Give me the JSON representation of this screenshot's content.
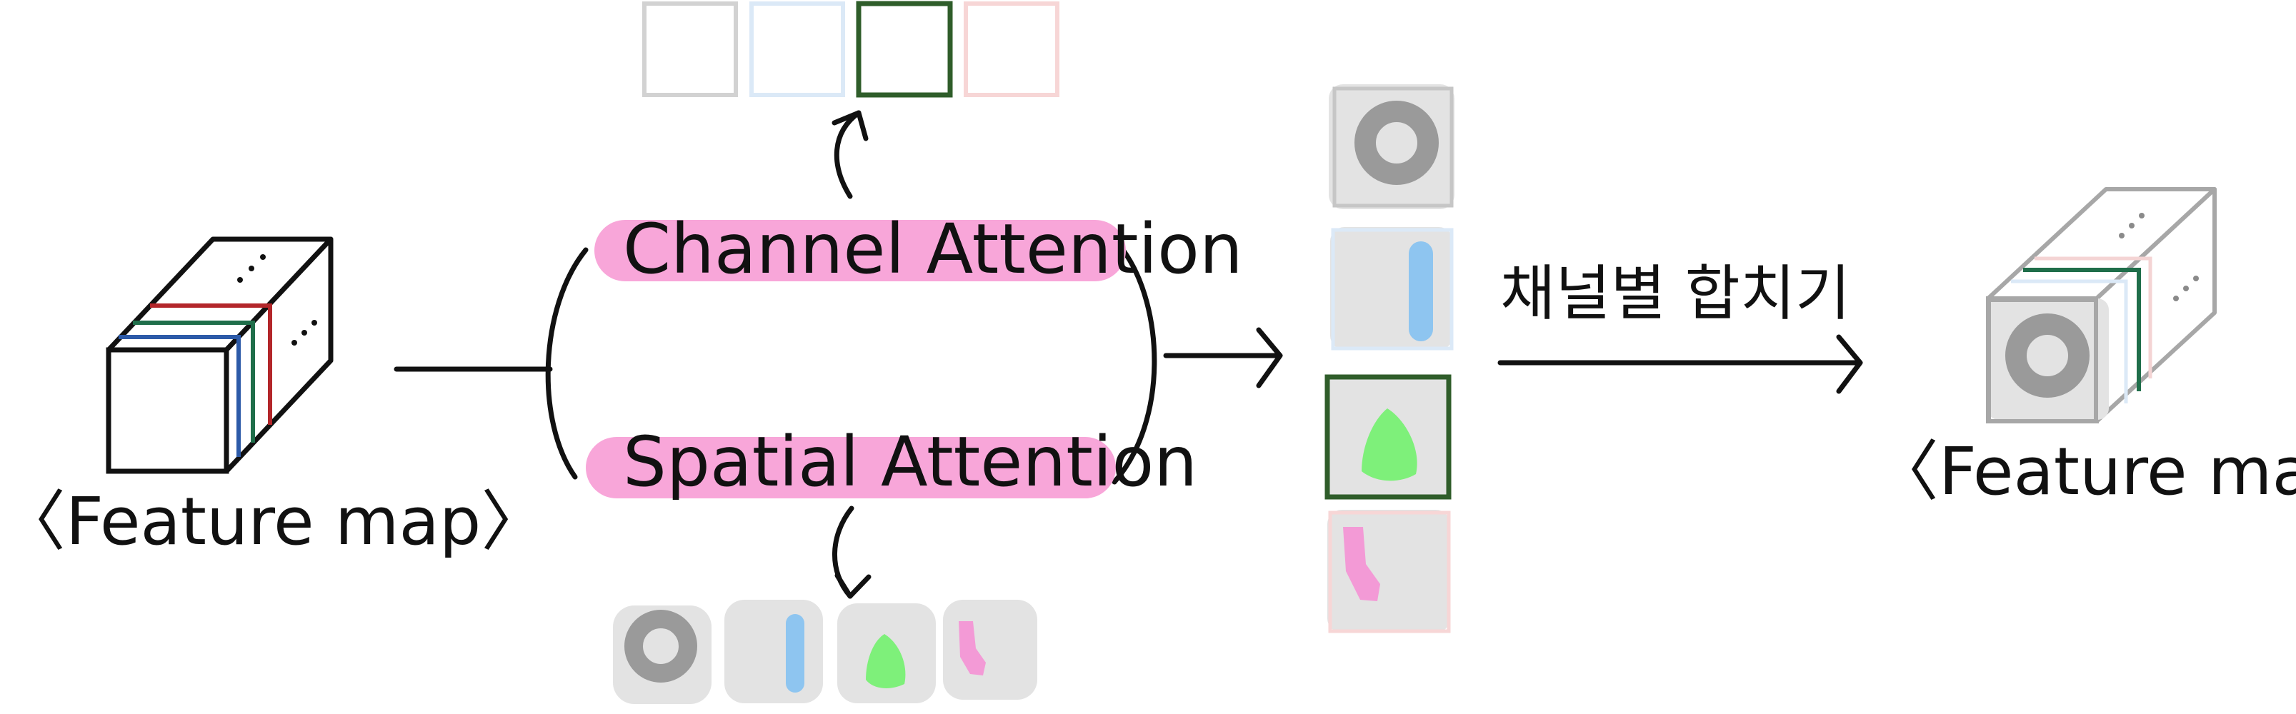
{
  "labels": {
    "feature_map_left": "〈Feature map〉",
    "channel_attention": "Channel Attention",
    "spatial_attention": "Spatial Attention",
    "merge_by_channel": "채널별 합치기",
    "feature_map_right": "〈Feature map〉"
  },
  "colors": {
    "highlight": "#f8a6d9",
    "red": "#b3262a",
    "green": "#1f6e4a",
    "blue": "#2c5aa8",
    "dark_green": "#2f5d2a",
    "gray_blob": "#9a9a9a",
    "blue_blob": "#8ec5f0",
    "green_blob": "#7ef07a",
    "pink_blob": "#f39ad6",
    "light_bg": "#e3e3e3"
  }
}
